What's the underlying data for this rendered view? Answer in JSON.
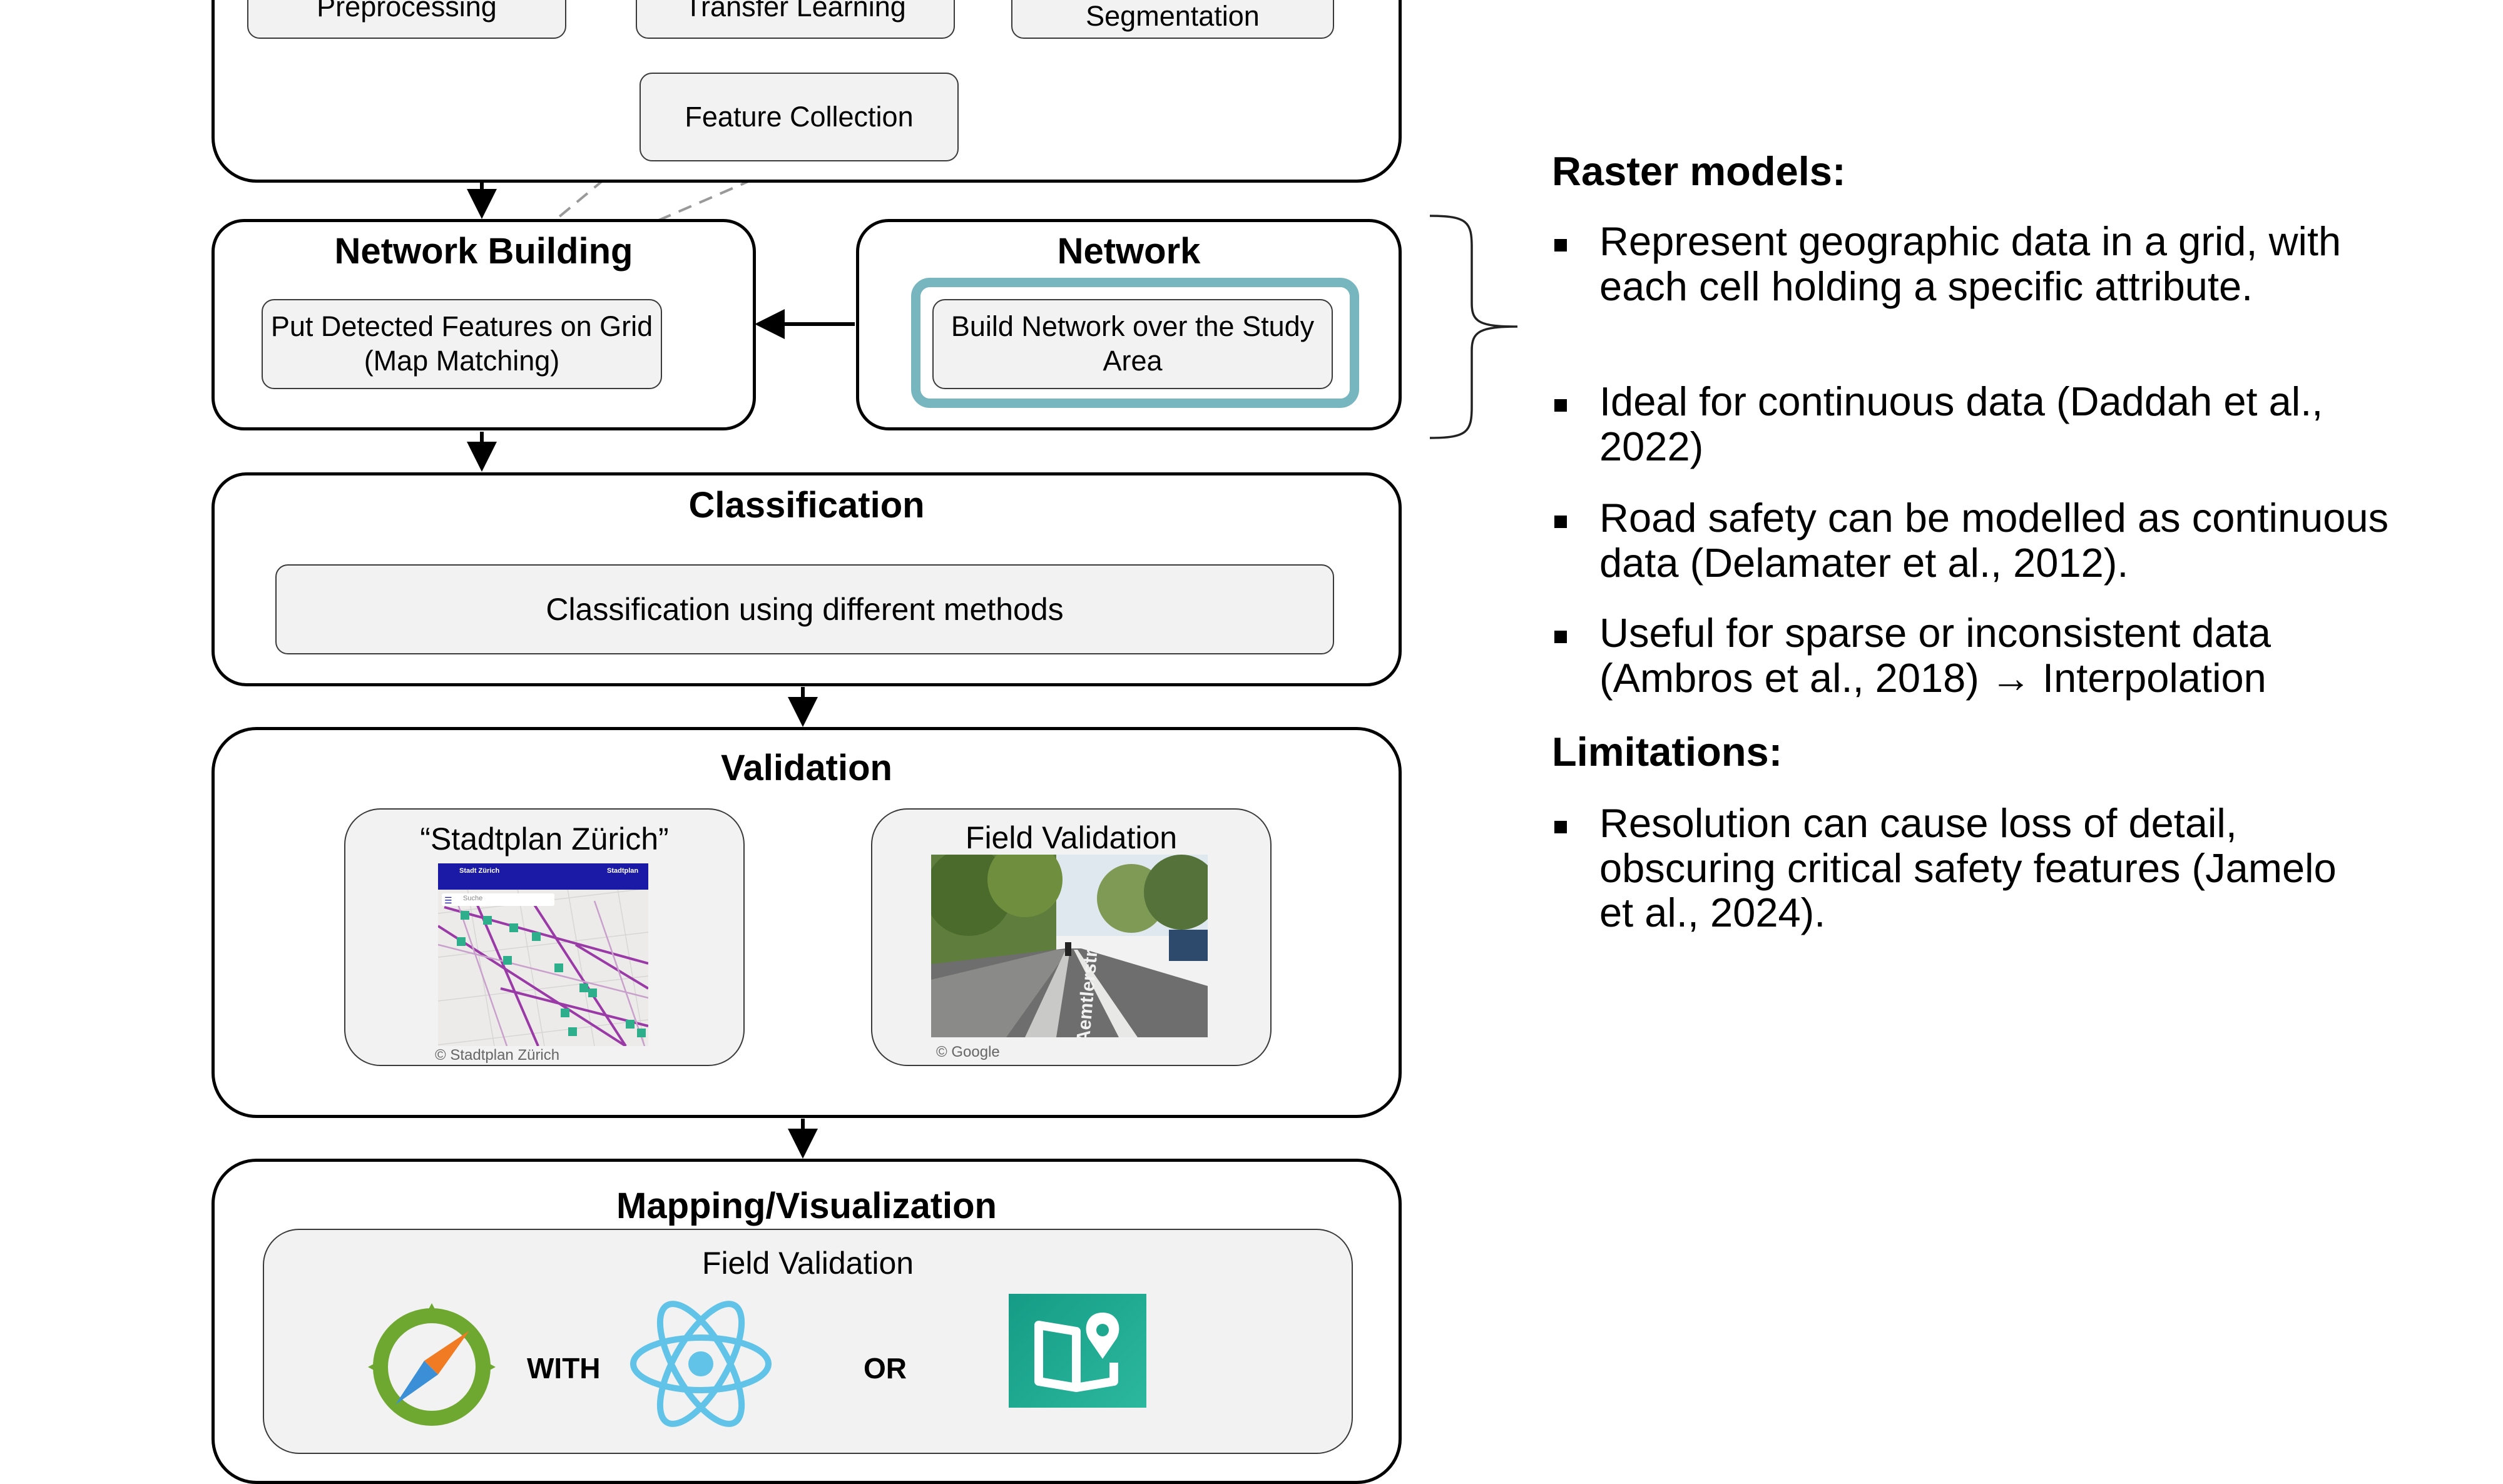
{
  "top_flow": {
    "preprocessing_label": "Preprocessing",
    "transfer_learning_label": "Transfer Learning",
    "segmentation_label": "Segmentation",
    "feature_collection_label": "Feature Collection"
  },
  "network_building": {
    "title": "Network Building",
    "step_label": "Put Detected Features on Grid (Map Matching)"
  },
  "network": {
    "title": "Network",
    "step_label": "Build Network over the Study Area",
    "highlight_color": "#77b6bf"
  },
  "classification": {
    "title": "Classification",
    "step_label": "Classification using different methods"
  },
  "validation": {
    "title": "Validation",
    "stadtplan": {
      "label": "“Stadtplan Zürich”",
      "credit": "© Stadtplan Zürich",
      "map_header_left": "Stadt Zürich",
      "map_header_right": "Stadtplan",
      "map_search_placeholder": "Suche",
      "map_header_color": "#1a1aa6"
    },
    "field": {
      "label": "Field Validation",
      "credit": "© Google",
      "road_marking": "Aemtlerstr"
    }
  },
  "mapping": {
    "title": "Mapping/Visualization",
    "panel_label": "Field Validation",
    "with_label": "WITH",
    "or_label": "OR",
    "icons": [
      "compass-logo-icon",
      "react-atom-icon",
      "map-book-app-icon"
    ]
  },
  "right_panel": {
    "raster_heading": "Raster models:",
    "raster_bullets": [
      "Represent geographic data in a grid, with each cell holding a specific attribute.",
      "Ideal for continuous data (Daddah et al., 2022)",
      "Road safety can be modelled as continuous data (Delamater et al., 2012).",
      "Useful for sparse or inconsistent data (Ambros et al., 2018) → Interpolation"
    ],
    "limitations_heading": "Limitations:",
    "limitation_bullets": [
      "Resolution can cause loss of detail, obscuring critical safety features (Jamelo et al., 2024)."
    ]
  }
}
